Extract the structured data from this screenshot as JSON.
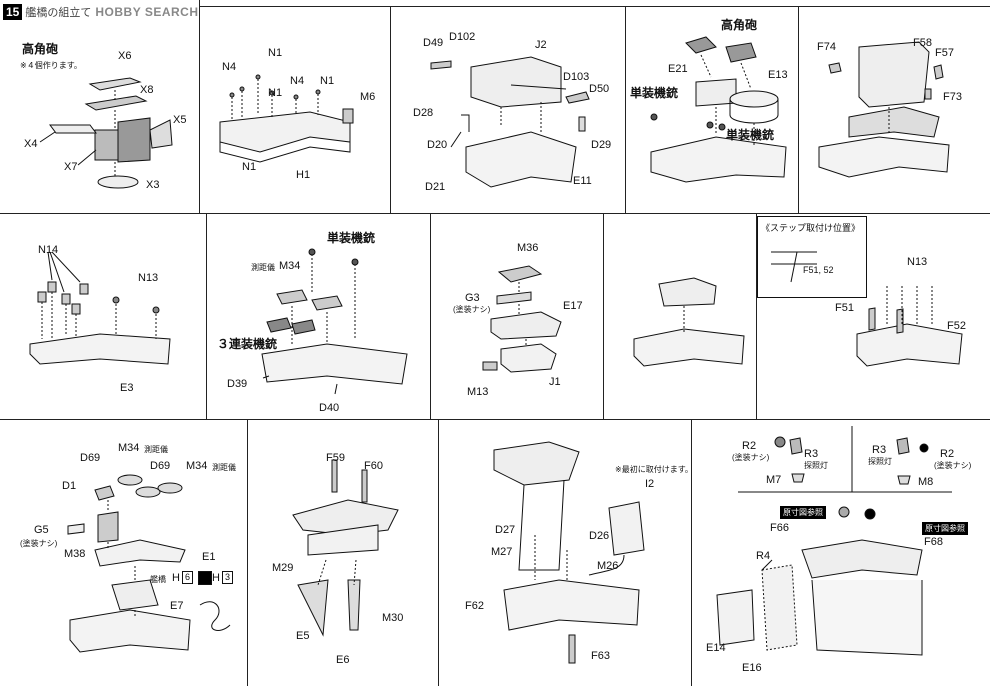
{
  "header": {
    "step": "15",
    "title": "艦橋の組立て",
    "brand": "HOBBY SEARCH"
  },
  "panels": [
    {
      "id": "p1",
      "labels": [
        "高角砲",
        "※４個作ります。",
        "X6",
        "X8",
        "X5",
        "X4",
        "X7",
        "X3"
      ]
    },
    {
      "id": "p2",
      "labels": [
        "N1",
        "N4",
        "N1",
        "N4",
        "N1",
        "M6",
        "N1",
        "H1"
      ]
    },
    {
      "id": "p3",
      "labels": [
        "D49",
        "D102",
        "J2",
        "D103",
        "D50",
        "D28",
        "D20",
        "D29",
        "D21",
        "E11"
      ]
    },
    {
      "id": "p4",
      "labels": [
        "高角砲",
        "E21",
        "E13",
        "単装機銃",
        "単装機銃"
      ]
    },
    {
      "id": "p5",
      "labels": [
        "F74",
        "F58",
        "F57",
        "F73"
      ]
    },
    {
      "id": "p6",
      "labels": [
        "N14",
        "N13",
        "E3"
      ]
    },
    {
      "id": "p7",
      "labels": [
        "単装機銃",
        "測距儀",
        "M34",
        "３連装機銃",
        "D39",
        "D40"
      ]
    },
    {
      "id": "p8",
      "labels": [
        "M36",
        "G3",
        "(塗装ナシ)",
        "E17",
        "M13",
        "J1"
      ]
    },
    {
      "id": "p9",
      "labels": []
    },
    {
      "id": "p10",
      "labels": [
        "《ステップ取付け位置》",
        "F51, 52",
        "N13",
        "F51",
        "F52"
      ]
    },
    {
      "id": "p11",
      "labels": [
        "D69",
        "M34",
        "測距儀",
        "D69",
        "M34",
        "測距儀",
        "D1",
        "G5",
        "(塗装ナシ)",
        "M38",
        "E1",
        "艦橋",
        "H",
        "6",
        "H",
        "3",
        "E7"
      ]
    },
    {
      "id": "p12",
      "labels": [
        "F59",
        "F60",
        "M29",
        "M30",
        "E5",
        "E6"
      ]
    },
    {
      "id": "p13",
      "labels": [
        "※最初に取付けます。",
        "I2",
        "D27",
        "D26",
        "M27",
        "M26",
        "F62",
        "F63"
      ]
    },
    {
      "id": "p14",
      "labels": [
        "R2",
        "(塗装ナシ)",
        "R3",
        "探照灯",
        "M7",
        "R3",
        "探照灯",
        "R2",
        "(塗装ナシ)",
        "M8",
        "原寸図参照",
        "F66",
        "原寸図参照",
        "F68",
        "R4",
        "E14",
        "E16"
      ]
    }
  ]
}
